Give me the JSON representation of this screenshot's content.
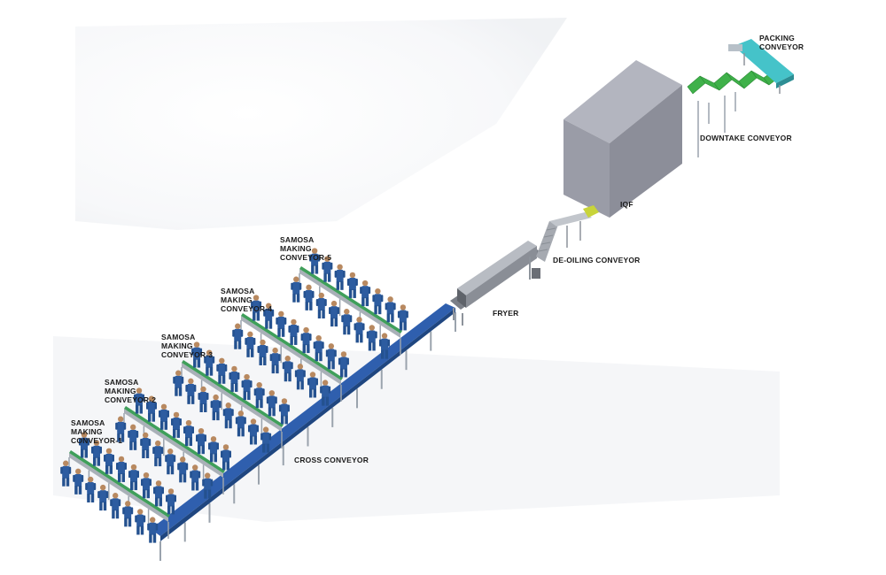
{
  "labels": {
    "packing_conveyor": [
      "PACKING",
      "CONVEYOR"
    ],
    "downtake_conveyor": "DOWNTAKE CONVEYOR",
    "iqf": "IQF",
    "de_oiling_conveyor": "DE-OILING CONVEYOR",
    "fryer": "FRYER",
    "cross_conveyor": "CROSS CONVEYOR",
    "making_conveyors": [
      [
        "SAMOSA",
        "MAKING",
        "CONVEYOR-1"
      ],
      [
        "SAMOSA",
        "MAKING",
        "CONVEYOR-2"
      ],
      [
        "SAMOSA",
        "MAKING",
        "CONVEYOR-3"
      ],
      [
        "SAMOSA",
        "MAKING",
        "CONVEYOR-4"
      ],
      [
        "SAMOSA",
        "MAKING",
        "CONVEYOR-5"
      ]
    ]
  },
  "colors": {
    "cross_conveyor": "#2f5fae",
    "making_conveyor_belt": "#3f9f5a",
    "worker_uniform": "#2d5ca0",
    "worker_skin": "#b88960",
    "iqf_body": "#9a9ca7",
    "downtake_belt": "#3fb14a",
    "packing_belt": "#45c3c9",
    "fryer_body": "#8a8e96"
  }
}
